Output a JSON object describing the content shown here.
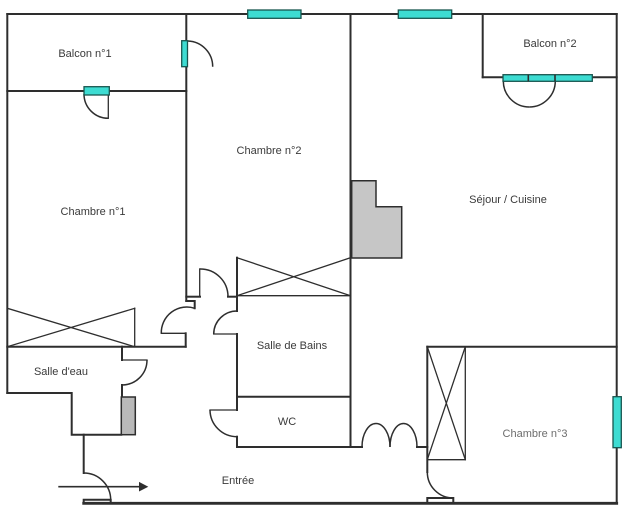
{
  "colors": {
    "wall": "#2e2e2e",
    "window_fill": "#3ddcd2",
    "window_stroke": "#17564f",
    "gray_fill": "#c6c6c6",
    "radiator_fill": "#b9b9b9",
    "text": "#3a3a3a",
    "background": "#ffffff"
  },
  "rooms": {
    "balcon1": {
      "label": "Balcon n°1"
    },
    "balcon2": {
      "label": "Balcon n°2"
    },
    "chambre1": {
      "label": "Chambre n°1"
    },
    "chambre2": {
      "label": "Chambre n°2"
    },
    "sejour": {
      "label": "Séjour / Cuisine"
    },
    "salle_eau": {
      "label": "Salle d'eau"
    },
    "salle_bains": {
      "label": "Salle de Bains"
    },
    "wc": {
      "label": "WC"
    },
    "entree": {
      "label": "Entrée"
    },
    "chambre3": {
      "label": "Chambre n°3"
    }
  }
}
